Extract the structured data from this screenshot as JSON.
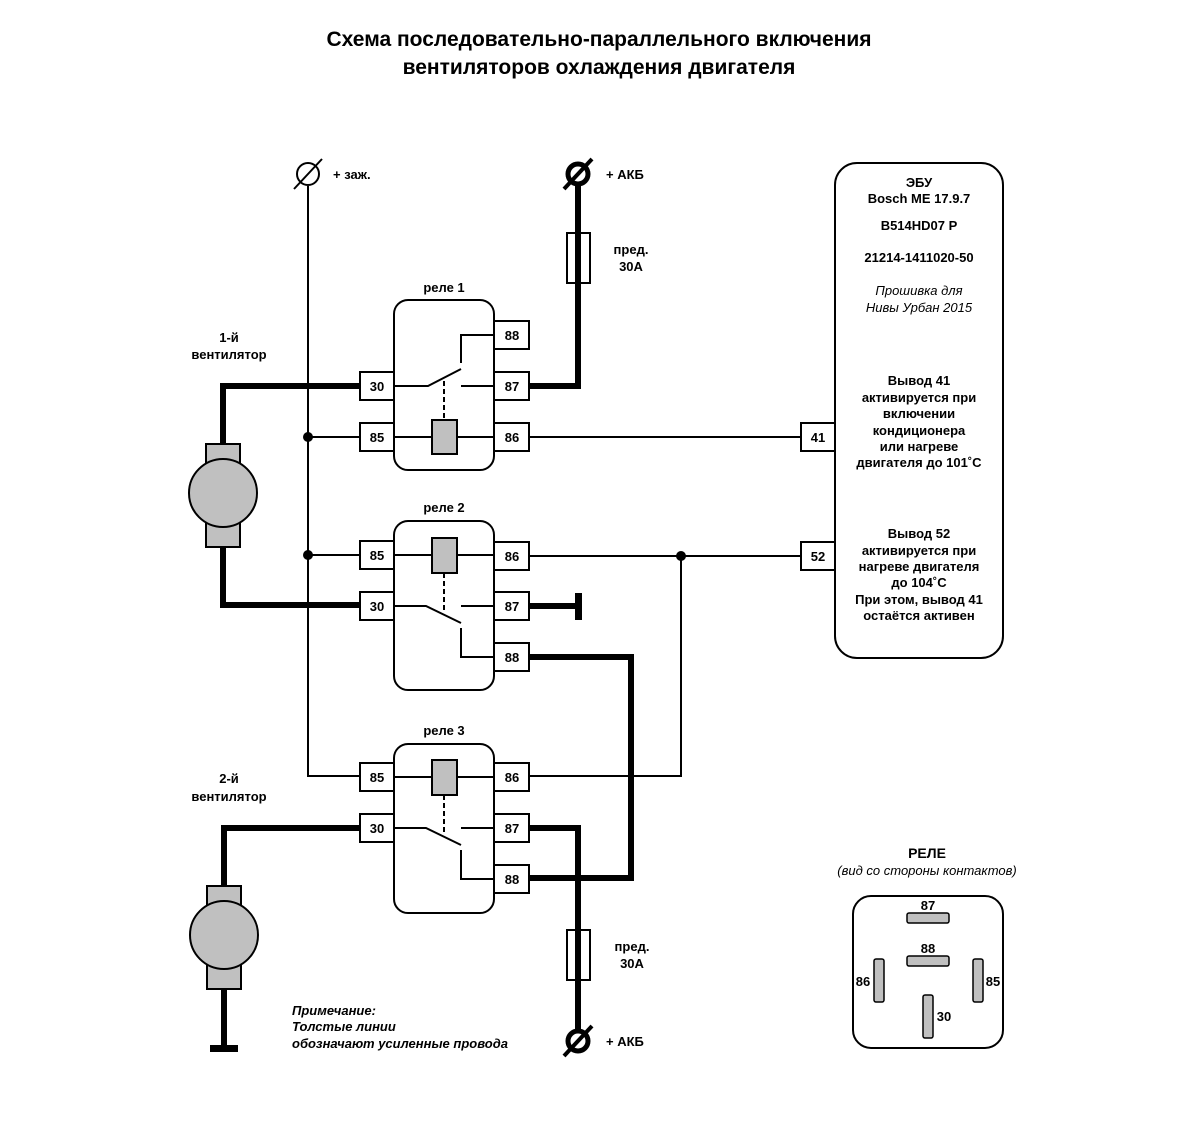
{
  "title": {
    "line1": "Схема последовательно-параллельного включения",
    "line2": "вентиляторов охлаждения двигателя"
  },
  "terminals": {
    "ignition": "+ заж.",
    "battery_top": "+ АКБ",
    "battery_bottom": "+ АКБ"
  },
  "fuses": {
    "top": {
      "line1": "пред.",
      "line2": "30А"
    },
    "bottom": {
      "line1": "пред.",
      "line2": "30А"
    }
  },
  "fans": {
    "fan1": {
      "line1": "1-й",
      "line2": "вентилятор"
    },
    "fan2": {
      "line1": "2-й",
      "line2": "вентилятор"
    }
  },
  "relays": [
    {
      "label": "реле 1",
      "pins": {
        "p88": "88",
        "p30": "30",
        "p87": "87",
        "p85": "85",
        "p86": "86"
      }
    },
    {
      "label": "реле 2",
      "pins": {
        "p85": "85",
        "p86": "86",
        "p30": "30",
        "p87": "87",
        "p88": "88"
      }
    },
    {
      "label": "реле 3",
      "pins": {
        "p85": "85",
        "p86": "86",
        "p30": "30",
        "p87": "87",
        "p88": "88"
      }
    }
  ],
  "ecu": {
    "line1": "ЭБУ",
    "line2": "Bosch ME 17.9.7",
    "line3": "B514HD07 P",
    "line4": "21214-1411020-50",
    "firmware1": "Прошивка для",
    "firmware2": "Нивы Урбан 2015",
    "pin41": "41",
    "pin52": "52",
    "out41": [
      "Вывод 41",
      "активируется при",
      "включении",
      "кондиционера",
      "или нагреве",
      "двигателя до 101˚С"
    ],
    "out52": [
      "Вывод 52",
      "активируется при",
      "нагреве двигателя",
      "до 104˚С",
      "При этом, вывод 41",
      "остаётся активен"
    ]
  },
  "note": {
    "line1": "Примечание:",
    "line2": "Толстые линии",
    "line3": "обозначают усиленные провода"
  },
  "relay_pinout": {
    "title": "РЕЛЕ",
    "subtitle": "(вид со стороны контактов)",
    "p87": "87",
    "p88": "88",
    "p86": "86",
    "p85": "85",
    "p30": "30"
  },
  "colors": {
    "wire": "#000000",
    "component_fill": "#c0c0c0",
    "background": "#ffffff"
  }
}
